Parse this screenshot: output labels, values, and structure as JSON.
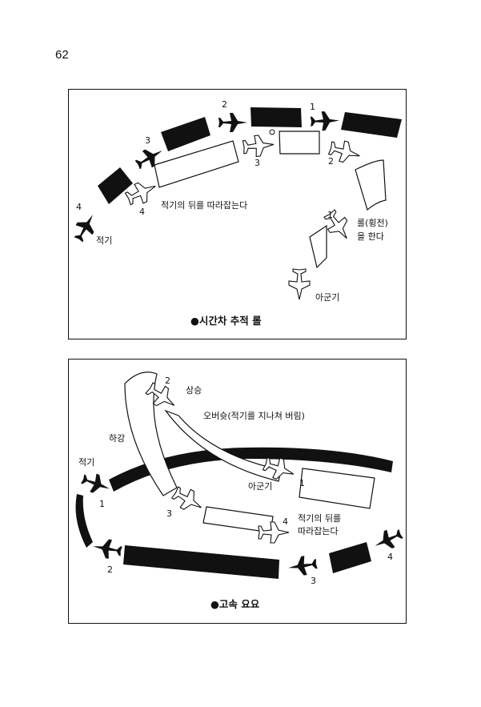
{
  "page_number": "62",
  "figure1": {
    "caption": "●시간차 추적 롤",
    "labels": {
      "follow": "적기의 뒤를 따라잡는다",
      "roll_line1": "롤(횡전)",
      "roll_line2": "을 한다",
      "friendly": "아군기",
      "enemy": "적기"
    },
    "enemy_numbers": [
      "1",
      "2",
      "3",
      "4"
    ],
    "friendly_numbers": [
      "1",
      "2",
      "3",
      "4"
    ]
  },
  "figure2": {
    "caption": "●고속 요요",
    "labels": {
      "climb": "상승",
      "overshoot": "오버슛(적기를 지나쳐 버림)",
      "descend": "하강",
      "enemy": "적기",
      "friendly": "아군기",
      "follow_line1": "적기의 뒤를",
      "follow_line2": "따라잡는다"
    },
    "enemy_numbers": [
      "1",
      "2",
      "3",
      "4"
    ],
    "friendly_numbers": [
      "1",
      "2",
      "3",
      "4"
    ]
  }
}
